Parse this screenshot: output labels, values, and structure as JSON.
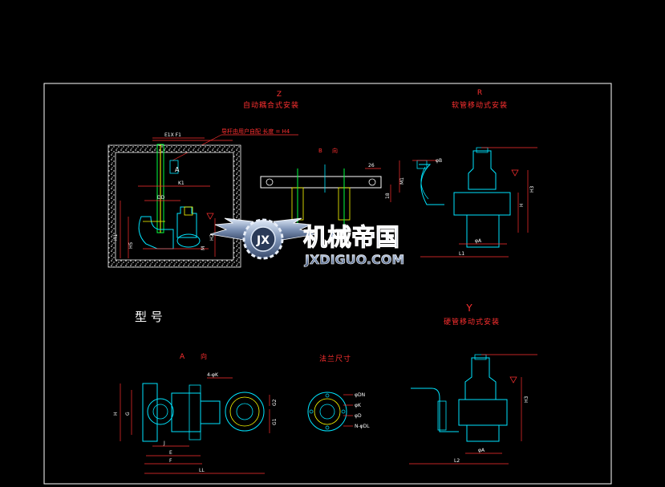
{
  "drawing": {
    "background": "#000000",
    "line_color": "#ffffff",
    "dim_color": "#ff3030",
    "cyan": "#00e5ff",
    "yellow": "#ffff00",
    "green": "#00ff40"
  },
  "views": {
    "z": {
      "letter": "Z",
      "caption": "自动耦合式安装",
      "callout": "导杆由用户自配   长度 = H4"
    },
    "b": {
      "letter": "B",
      "suffix": "向"
    },
    "r": {
      "letter": "R",
      "caption": "软管移动式安装"
    },
    "model": {
      "title": "型 号"
    },
    "a": {
      "letter": "A",
      "suffix": "向"
    },
    "flange": {
      "caption": "法兰尺寸",
      "items": [
        "φDN",
        "φK",
        "φD",
        "N-φDL"
      ]
    },
    "y": {
      "letter": "Y",
      "caption": "硬管移动式安装"
    }
  },
  "dims": {
    "z_top": "E1X F1",
    "z_k1": "K1",
    "z_dd": "DD",
    "z_h1": "H1",
    "z_h5": "H5",
    "z_h2": "H2",
    "z_m": "M",
    "b_26": "26",
    "b_18": "18",
    "b_m1": "M1",
    "r_db": "φB",
    "r_h3": "H3",
    "r_h": "H",
    "r_da": "φA",
    "r_l1": "L1",
    "a_4k": "4-φK",
    "a_h": "H",
    "a_g": "G",
    "a_j": "J",
    "a_e": "E",
    "a_f": "F",
    "a_ll": "LL",
    "a_g2": "G2",
    "a_g1": "G1",
    "y_da": "φA",
    "y_l2": "L2",
    "y_h3": "H3"
  },
  "watermark": {
    "cn": "机械帝国",
    "en": "JXDIGUO.COM",
    "badge": "JX"
  }
}
